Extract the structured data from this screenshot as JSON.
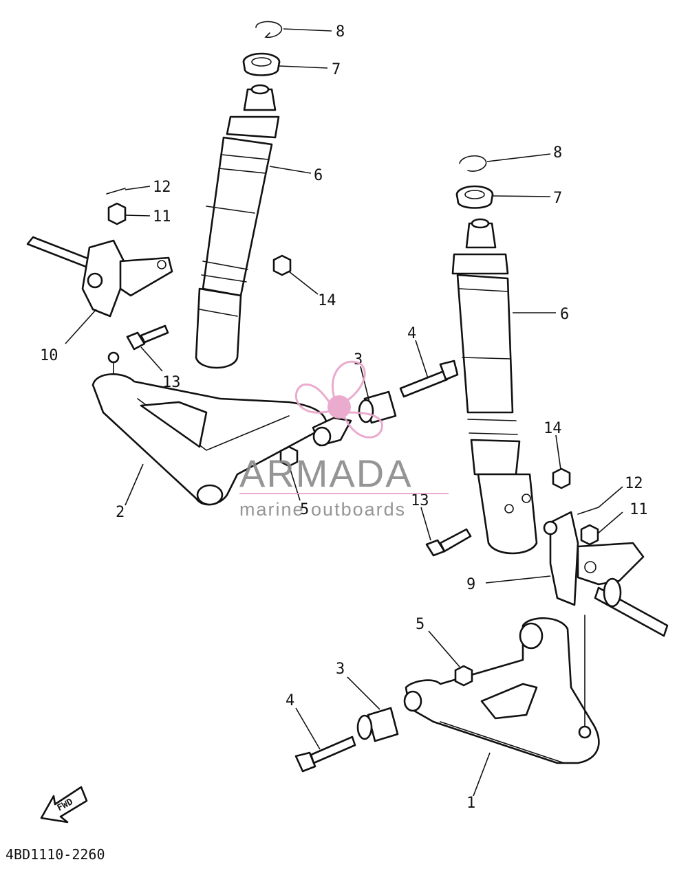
{
  "diagram_code": "4BD1110-2260",
  "fwd_label": "FWD",
  "watermark": {
    "brand": "ARMADA",
    "tagline": "marine outboards",
    "color": "#e9a3c9",
    "brand_color": "#8a8a8a"
  },
  "labels": {
    "l1": "1",
    "l2": "2",
    "l3a": "3",
    "l3b": "3",
    "l4a": "4",
    "l4b": "4",
    "l5a": "5",
    "l5b": "5",
    "l6a": "6",
    "l6b": "6",
    "l7a": "7",
    "l7b": "7",
    "l8a": "8",
    "l8b": "8",
    "l9": "9",
    "l10": "10",
    "l11a": "11",
    "l11b": "11",
    "l12a": "12",
    "l12b": "12",
    "l13a": "13",
    "l13b": "13",
    "l14a": "14",
    "l14b": "14"
  }
}
